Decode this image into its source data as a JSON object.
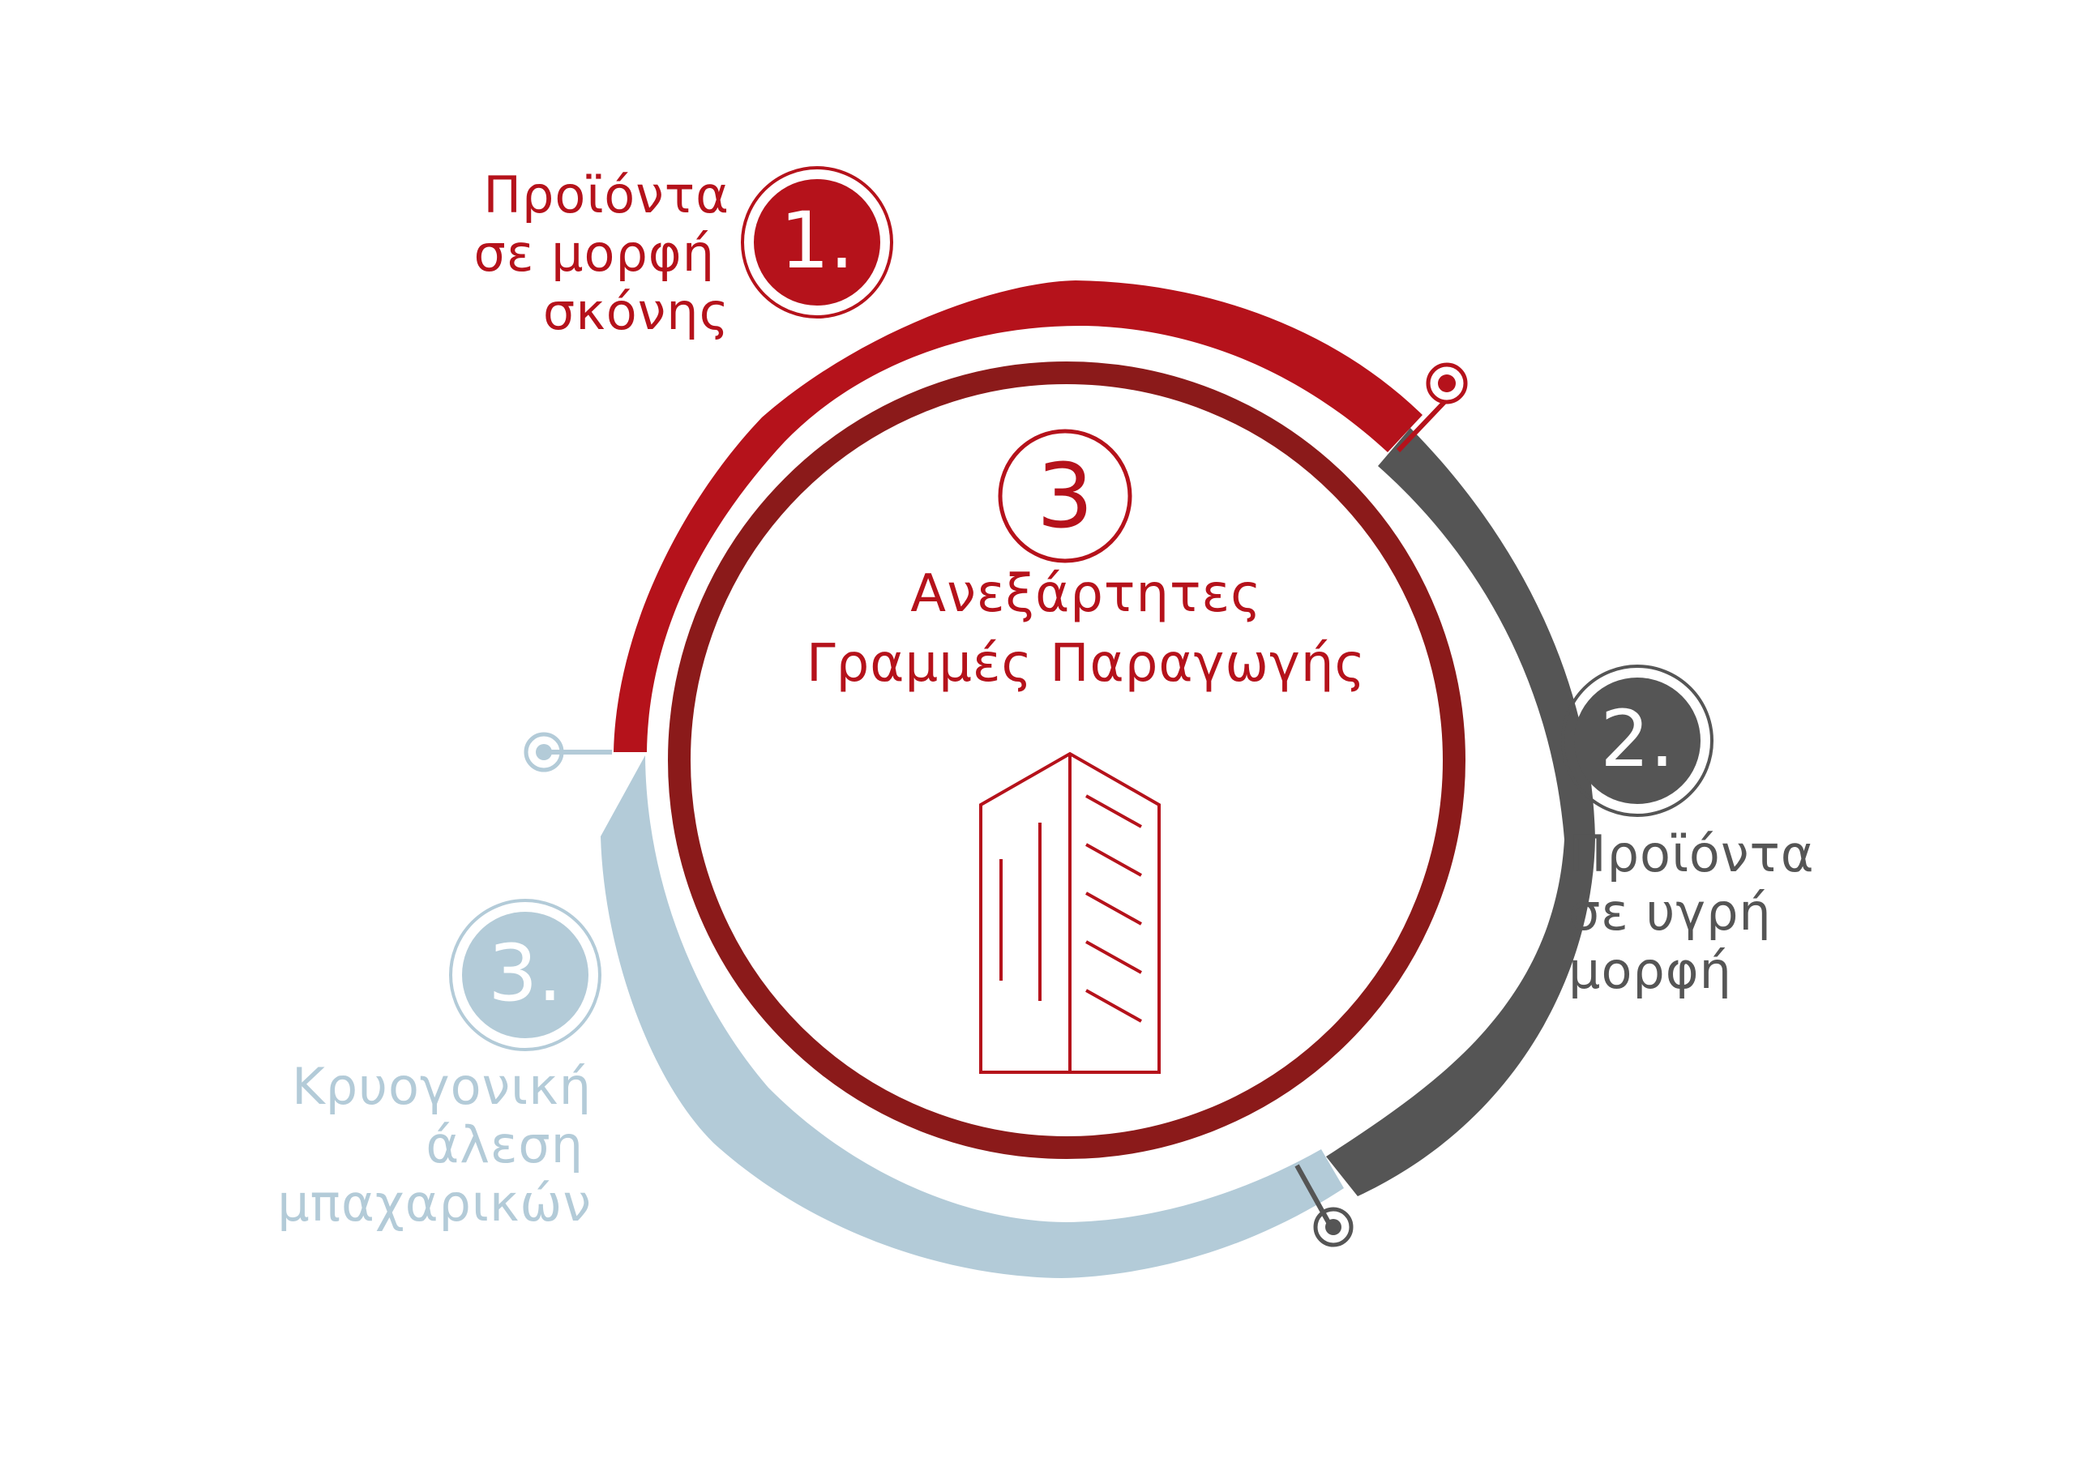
{
  "center": {
    "number": "3",
    "title_line1": "Ανεξάρτητες",
    "title_line2": "Γραμμές Παραγωγής",
    "icon": "building-icon"
  },
  "segments": [
    {
      "number": "1.",
      "line1": "Προϊόντα",
      "line2": "σε μορφή",
      "line3": "σκόνης",
      "color": "#b5121b"
    },
    {
      "number": "2.",
      "line1": "Προϊόντα",
      "line2": "σε υγρή",
      "line3": "μορφή",
      "color": "#555555"
    },
    {
      "number": "3.",
      "line1": "Κρυογονική",
      "line2": "άλεση",
      "line3": "μπαχαρικών",
      "color": "#b3cbd8"
    }
  ],
  "colors": {
    "red": "#b5121b",
    "dark_red": "#8b1a1a",
    "gray": "#555555",
    "light_blue": "#b3cbd8"
  }
}
